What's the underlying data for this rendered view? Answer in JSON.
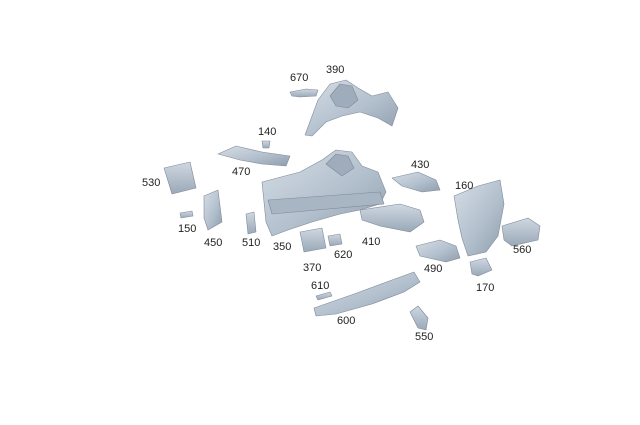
{
  "diagram": {
    "background": "#ffffff",
    "part_color_light": "#c9d4df",
    "part_color_mid": "#aab7c5",
    "part_color_dark": "#8e9cac",
    "labels": {
      "p390": "390",
      "p670": "670",
      "p140": "140",
      "p470": "470",
      "p430": "430",
      "p160": "160",
      "p530": "530",
      "p150": "150",
      "p450": "450",
      "p510": "510",
      "p350": "350",
      "p370": "370",
      "p620": "620",
      "p410": "410",
      "p490": "490",
      "p560": "560",
      "p170": "170",
      "p610": "610",
      "p600": "600",
      "p550": "550"
    }
  }
}
